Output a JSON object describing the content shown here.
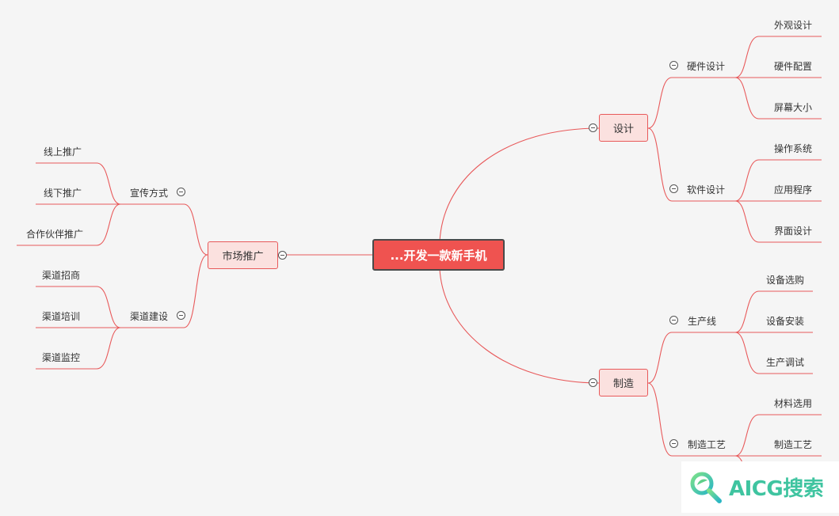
{
  "mindmap": {
    "root": "...开发一款新手机",
    "design": {
      "label": "设计",
      "hardware": {
        "label": "硬件设计",
        "children": [
          "外观设计",
          "硬件配置",
          "屏幕大小"
        ]
      },
      "software": {
        "label": "软件设计",
        "children": [
          "操作系统",
          "应用程序",
          "界面设计"
        ]
      }
    },
    "manufacture": {
      "label": "制造",
      "line": {
        "label": "生产线",
        "children": [
          "设备选购",
          "设备安装",
          "生产调试"
        ]
      },
      "process": {
        "label": "制造工艺",
        "children": [
          "材料选用",
          "制造工艺"
        ]
      }
    },
    "marketing": {
      "label": "市场推广",
      "publicity": {
        "label": "宣传方式",
        "children": [
          "线上推广",
          "线下推广",
          "合作伙伴推广"
        ]
      },
      "channel": {
        "label": "渠道建设",
        "children": [
          "渠道招商",
          "渠道培训",
          "渠道监控"
        ]
      }
    }
  },
  "colors": {
    "line": "#e8595a",
    "root_fill": "#ef5350",
    "main_fill": "#fbe1df"
  },
  "watermark": {
    "text": "AICG搜索",
    "icon": "magnifier-leaf-icon"
  }
}
